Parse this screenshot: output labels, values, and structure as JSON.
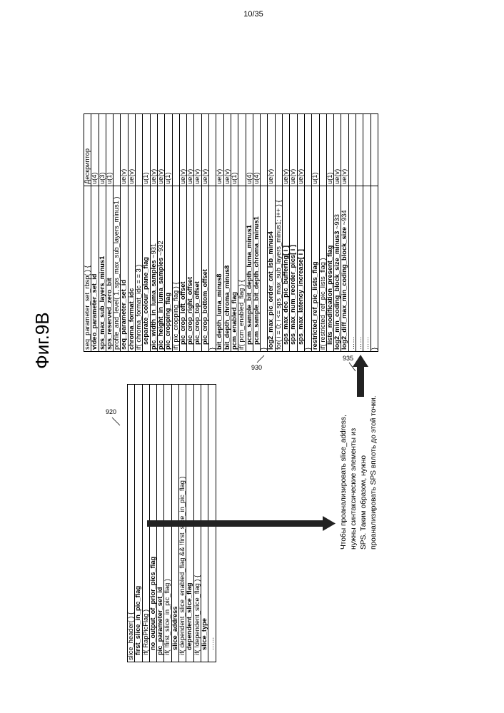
{
  "page_number": "10/35",
  "figure_title": "Фиг.9В",
  "slice_header": {
    "label": "920",
    "rows": [
      {
        "text": "slice_header( ) {",
        "bold": false,
        "indent": 0
      },
      {
        "text": "first_slice_in_pic_flag",
        "bold": true,
        "indent": 1
      },
      {
        "text": "if( RapPicFlag )",
        "bold": false,
        "indent": 1
      },
      {
        "text": "no_output_of_prior_pics_flag",
        "bold": true,
        "indent": 2
      },
      {
        "text": "pic_parameter_set_id",
        "bold": true,
        "indent": 1
      },
      {
        "text": "if( !first_slice_in_pic_flag )",
        "bold": false,
        "indent": 1
      },
      {
        "text": "slice_address",
        "bold": true,
        "indent": 2
      },
      {
        "text": "if( dependent_slice_enabled_flag && !first_slice_in_pic_flag )",
        "bold": false,
        "indent": 1
      },
      {
        "text": "dependent_slice_flag",
        "bold": true,
        "indent": 2
      },
      {
        "text": "if( !dependent_slice_flag ) {",
        "bold": false,
        "indent": 1
      },
      {
        "text": "slice_type",
        "bold": true,
        "indent": 2
      },
      {
        "text": "……",
        "bold": false,
        "indent": 2
      }
    ]
  },
  "sps": {
    "label": "930",
    "header_descriptor": "Дескриптор",
    "rows": [
      {
        "text": "seq_parameter_set_rbsp( ) {",
        "desc": "",
        "bold": false,
        "indent": 0
      },
      {
        "text": "video_parameter_set_id",
        "desc": "u(4)",
        "bold": true,
        "indent": 0
      },
      {
        "text": "sps_max_sub_layers_minus1",
        "desc": "u(3)",
        "bold": true,
        "indent": 0
      },
      {
        "text": "sps_reserved_zero_bit",
        "desc": "u(1)",
        "bold": true,
        "indent": 0
      },
      {
        "text": "profile_and_level( 1, sps_max_sub_layers_minus1 )",
        "desc": "",
        "bold": false,
        "indent": 0
      },
      {
        "text": "seq_parameter_set_id",
        "desc": "ue(v)",
        "bold": true,
        "indent": 0
      },
      {
        "text": "chroma_format_idc",
        "desc": "ue(v)",
        "bold": true,
        "indent": 0
      },
      {
        "text": "if( chroma_format_idc = = 3 )",
        "desc": "",
        "bold": false,
        "indent": 0
      },
      {
        "text": "separate_colour_plane_flag",
        "desc": "u(1)",
        "bold": true,
        "indent": 1
      },
      {
        "text": "pic_width_in_luma_samples",
        "desc": "ue(v)",
        "bold": true,
        "indent": 0,
        "ref": "931"
      },
      {
        "text": "pic_height_in_luma_samples",
        "desc": "ue(v)",
        "bold": true,
        "indent": 0,
        "ref": "932"
      },
      {
        "text": "pic_cropping_flag",
        "desc": "u(1)",
        "bold": true,
        "indent": 0
      },
      {
        "text": "if( pic_cropping_flag ) {",
        "desc": "",
        "bold": false,
        "indent": 0
      },
      {
        "text": "pic_crop_left_offset",
        "desc": "ue(v)",
        "bold": true,
        "indent": 1
      },
      {
        "text": "pic_crop_right_offset",
        "desc": "ue(v)",
        "bold": true,
        "indent": 1
      },
      {
        "text": "pic_crop_top_offset",
        "desc": "ue(v)",
        "bold": true,
        "indent": 1
      },
      {
        "text": "pic_crop_bottom_offset",
        "desc": "ue(v)",
        "bold": true,
        "indent": 1
      },
      {
        "text": "}",
        "desc": "",
        "bold": false,
        "indent": 0
      },
      {
        "text": "bit_depth_luma_minus8",
        "desc": "ue(v)",
        "bold": true,
        "indent": 0
      },
      {
        "text": "bit_depth_chroma_minus8",
        "desc": "ue(v)",
        "bold": true,
        "indent": 0
      },
      {
        "text": "pcm_enabled_flag",
        "desc": "u(1)",
        "bold": true,
        "indent": 0
      },
      {
        "text": "if( pcm_enabled_flag ) {",
        "desc": "",
        "bold": false,
        "indent": 0
      },
      {
        "text": "pcm_sample_bit_depth_luma_minus1",
        "desc": "u(4)",
        "bold": true,
        "indent": 1
      },
      {
        "text": "pcm_sample_bit_depth_chroma_minus1",
        "desc": "u(4)",
        "bold": true,
        "indent": 1
      },
      {
        "text": "}",
        "desc": "",
        "bold": false,
        "indent": 0
      },
      {
        "text": "log2_max_pic_order_cnt_lsb_minus4",
        "desc": "ue(v)",
        "bold": true,
        "indent": 0
      },
      {
        "text": "for( i = 0; i <= sps_max_sub_layers_minus1; i++ ) {",
        "desc": "",
        "bold": false,
        "indent": 0
      },
      {
        "text": "sps_max_dec_pic_buffering[ i ]",
        "desc": "ue(v)",
        "bold": true,
        "indent": 1
      },
      {
        "text": "sps_max_num_reorder_pics[ i ]",
        "desc": "ue(v)",
        "bold": true,
        "indent": 1
      },
      {
        "text": "sps_max_latency_increase[ i ]",
        "desc": "ue(v)",
        "bold": true,
        "indent": 1
      },
      {
        "text": "}",
        "desc": "",
        "bold": false,
        "indent": 0
      },
      {
        "text": "restricted_ref_pic_lists_flag",
        "desc": "u(1)",
        "bold": true,
        "indent": 0
      },
      {
        "text": "if( restricted_ref_pic_lists_flag )",
        "desc": "",
        "bold": false,
        "indent": 0
      },
      {
        "text": "lists_modification_present_flag",
        "desc": "u(1)",
        "bold": true,
        "indent": 1
      },
      {
        "text": "log2_min_coding_block_size_minus3",
        "desc": "ue(v)",
        "bold": true,
        "indent": 0,
        "ref": "933"
      },
      {
        "text": "log2_diff_max_min_coding_block_size",
        "desc": "ue(v)",
        "bold": true,
        "indent": 0,
        "ref": "934"
      },
      {
        "text": "……",
        "desc": "",
        "bold": false,
        "indent": 0
      },
      {
        "text": "……",
        "desc": "",
        "bold": false,
        "indent": 0
      },
      {
        "text": "……",
        "desc": "",
        "bold": false,
        "indent": 0
      },
      {
        "text": "}",
        "desc": "",
        "bold": false,
        "indent": 0
      }
    ]
  },
  "arrow_label": "935",
  "note_lines": [
    "Чтобы проанализировать slice_address,",
    "нужны синтаксические элементы из",
    "SPS. Таким образом, нужно",
    "проанализировать SPS вплоть до этой точки."
  ]
}
